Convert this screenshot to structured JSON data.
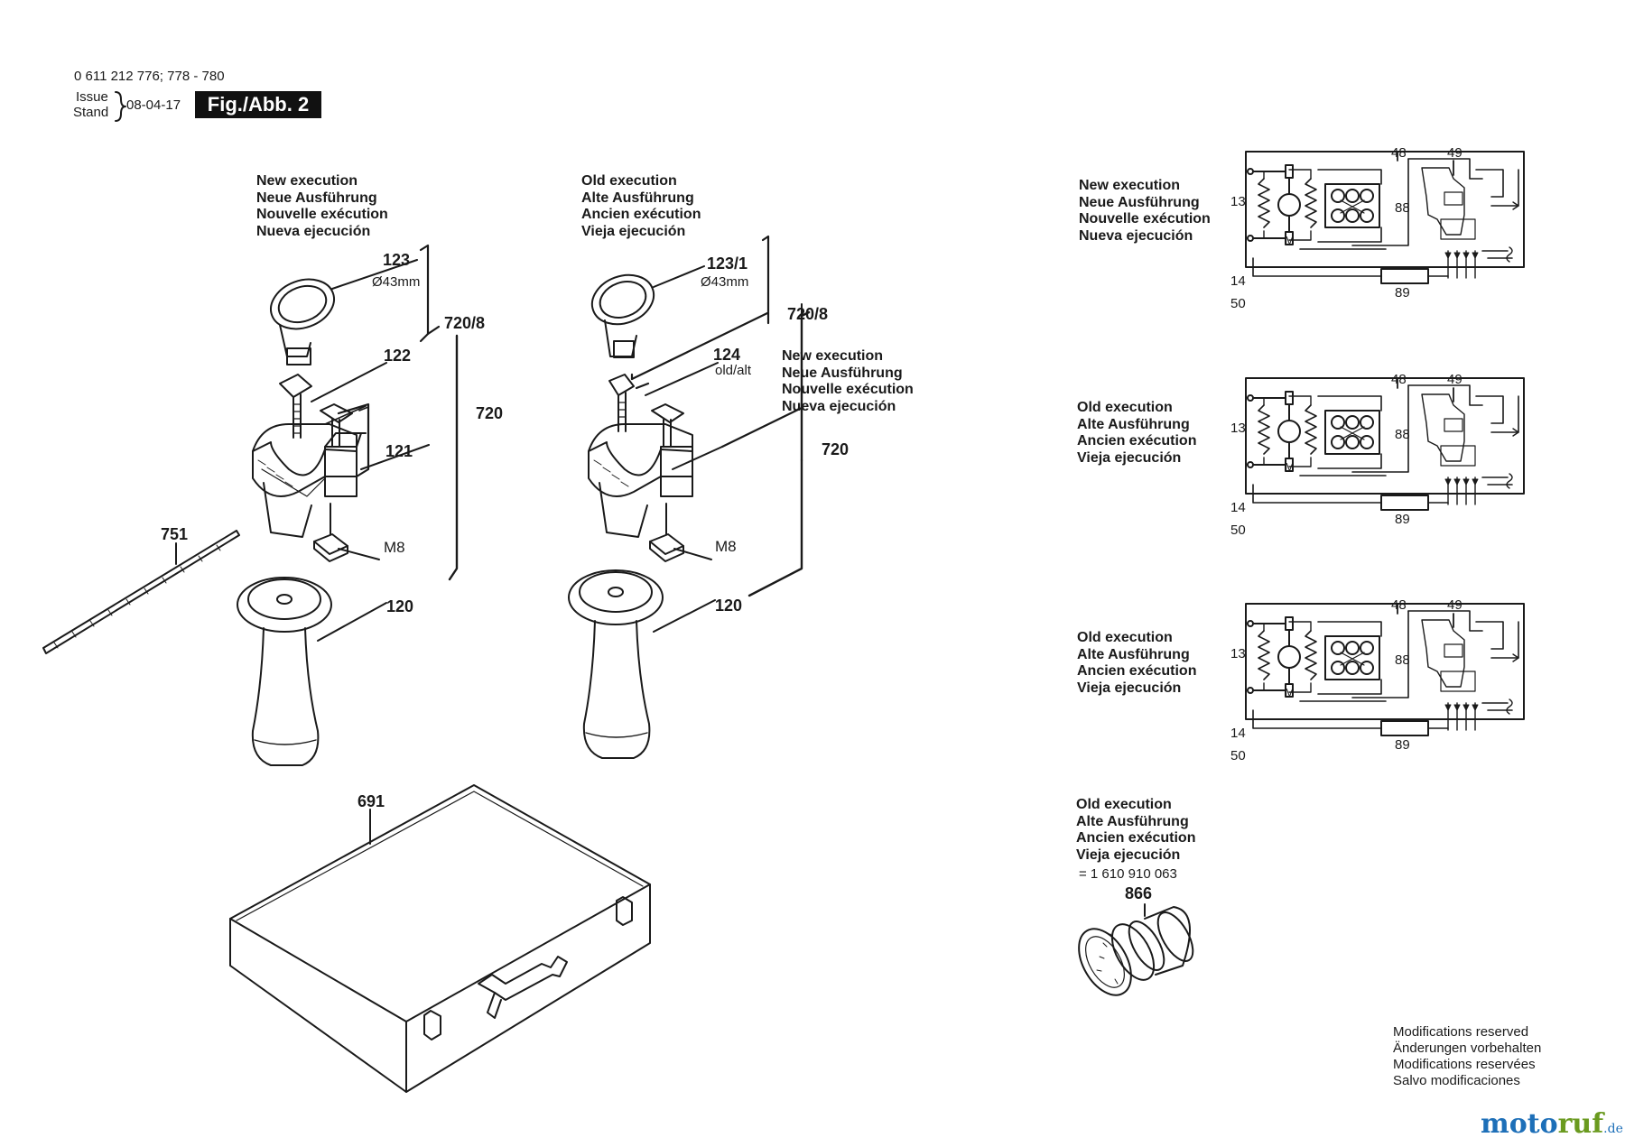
{
  "header": {
    "part_numbers": "0 611 212 776; 778 - 780",
    "issue_label": "Issue",
    "stand_label": "Stand",
    "date": "08-04-17",
    "fig_label": "Fig./Abb. 2"
  },
  "execution_labels": {
    "new": "New execution\nNeue Ausführung\nNouvelle exécution\nNueva ejecución",
    "old": "Old execution\nAlte Ausführung\nAncien exécution\nVieja ejecución"
  },
  "parts": {
    "p123": "123",
    "p123_1": "123/1",
    "diam": "Ø43mm",
    "p122": "122",
    "p121": "121",
    "p720_8": "720/8",
    "p720": "720",
    "p124": "124",
    "old_alt": "old/alt",
    "p751": "751",
    "m8": "M8",
    "p120": "120",
    "p691": "691",
    "p866": "866",
    "ring_part_no": "= 1 610 910 063"
  },
  "wiring": {
    "n48": "48",
    "n49": "49",
    "n13": "13",
    "n14": "14",
    "n50": "50",
    "n88": "88",
    "n89": "89",
    "motor": "M"
  },
  "modifications": "Modifications reserved\nÄnderungen vorbehalten\nModifications reservées\nSalvo modificaciones",
  "logo": {
    "part1": "moto",
    "part2": "ruf",
    "tld": ".de"
  },
  "colors": {
    "line": "#1a1a1a",
    "logo_blue": "#1d6fb8",
    "logo_green": "#6a9a1f"
  }
}
